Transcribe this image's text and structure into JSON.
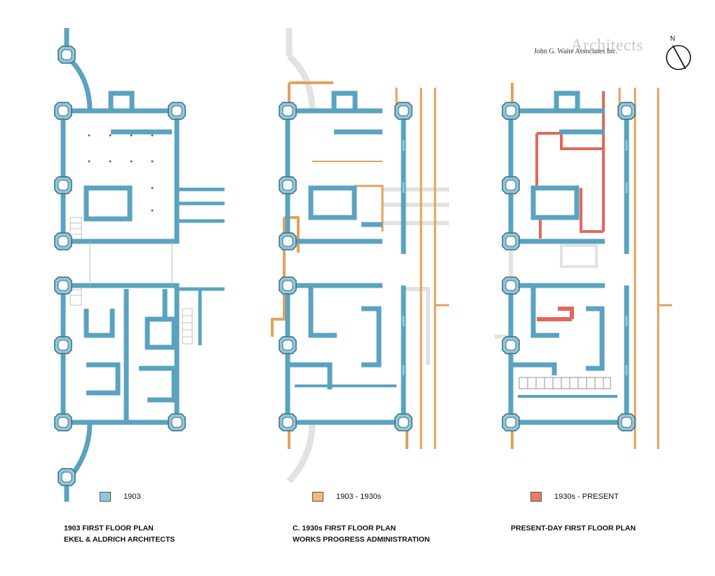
{
  "logo": {
    "brand": "Architects",
    "firm": "John G. Waite Associates Inc."
  },
  "compass": {
    "label": "N"
  },
  "colors": {
    "original_1903": "#8fc7db",
    "wall_1903": "#5aa3c0",
    "wpa_1930s": "#e3a15a",
    "present": "#e2685a",
    "ghost": "#dcdcdc"
  },
  "plans": [
    {
      "legend_label": "1903",
      "caption_line1": "1903 FIRST FLOOR PLAN",
      "caption_line2": "EKEL & ALDRICH ARCHITECTS"
    },
    {
      "legend_label": "1903 - 1930s",
      "caption_line1": "C. 1930s FIRST FLOOR PLAN",
      "caption_line2": "WORKS PROGRESS ADMINISTRATION"
    },
    {
      "legend_label": "1930s - PRESENT",
      "caption_line1": "PRESENT-DAY FIRST FLOOR PLAN",
      "caption_line2": ""
    }
  ]
}
